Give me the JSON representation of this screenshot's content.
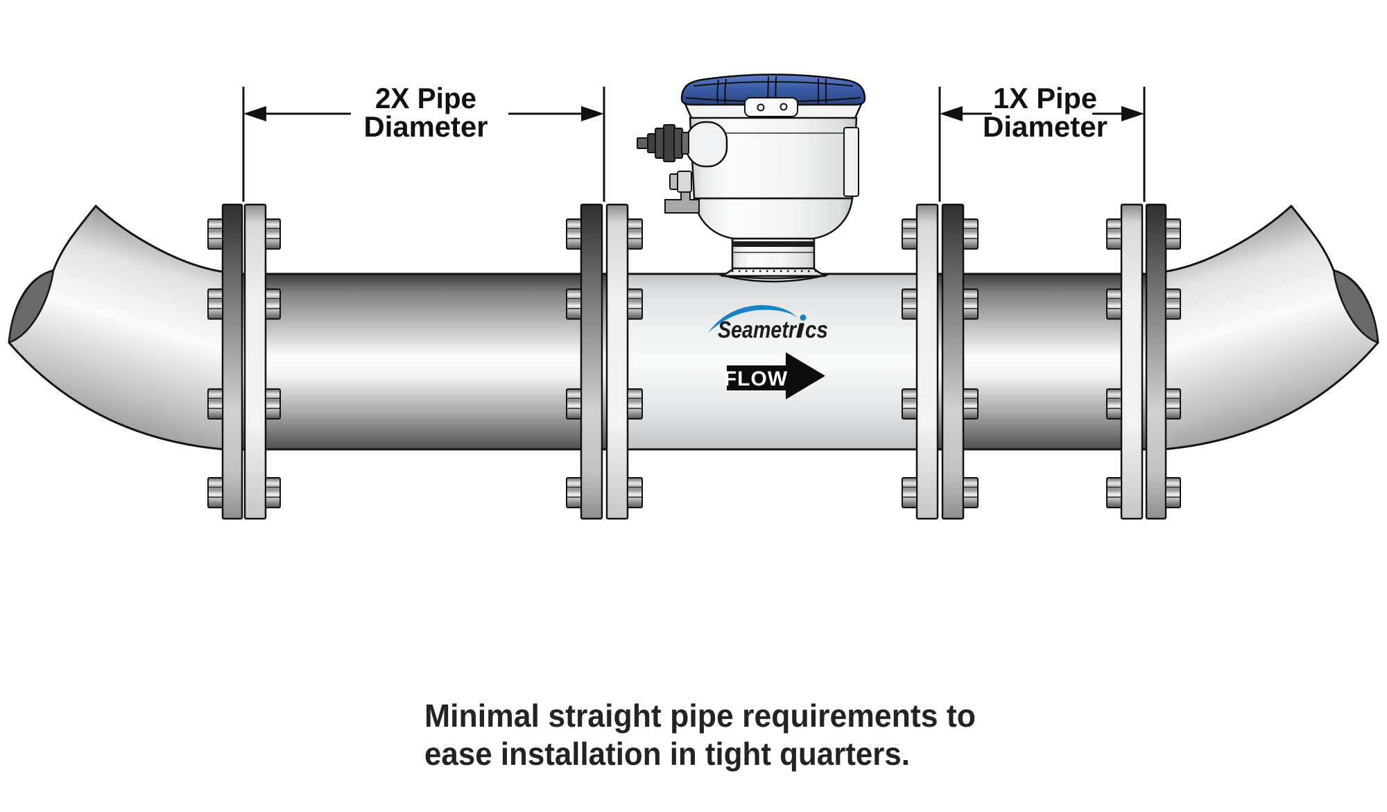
{
  "dimensions": {
    "left": {
      "line1": "2X Pipe",
      "line2": "Diameter"
    },
    "right": {
      "line1": "1X Pipe",
      "line2": "Diameter"
    }
  },
  "meter": {
    "brand": "Seametrics",
    "brand_left": "Seametr",
    "brand_right": "cs",
    "flow_label": "FLOW"
  },
  "caption": {
    "line1": "Minimal straight pipe requirements to",
    "line2": "ease installation in tight quarters."
  },
  "colors": {
    "logo_blue": "#1583c5",
    "cap_blue": "#3b5ca8",
    "ink": "#111111"
  }
}
